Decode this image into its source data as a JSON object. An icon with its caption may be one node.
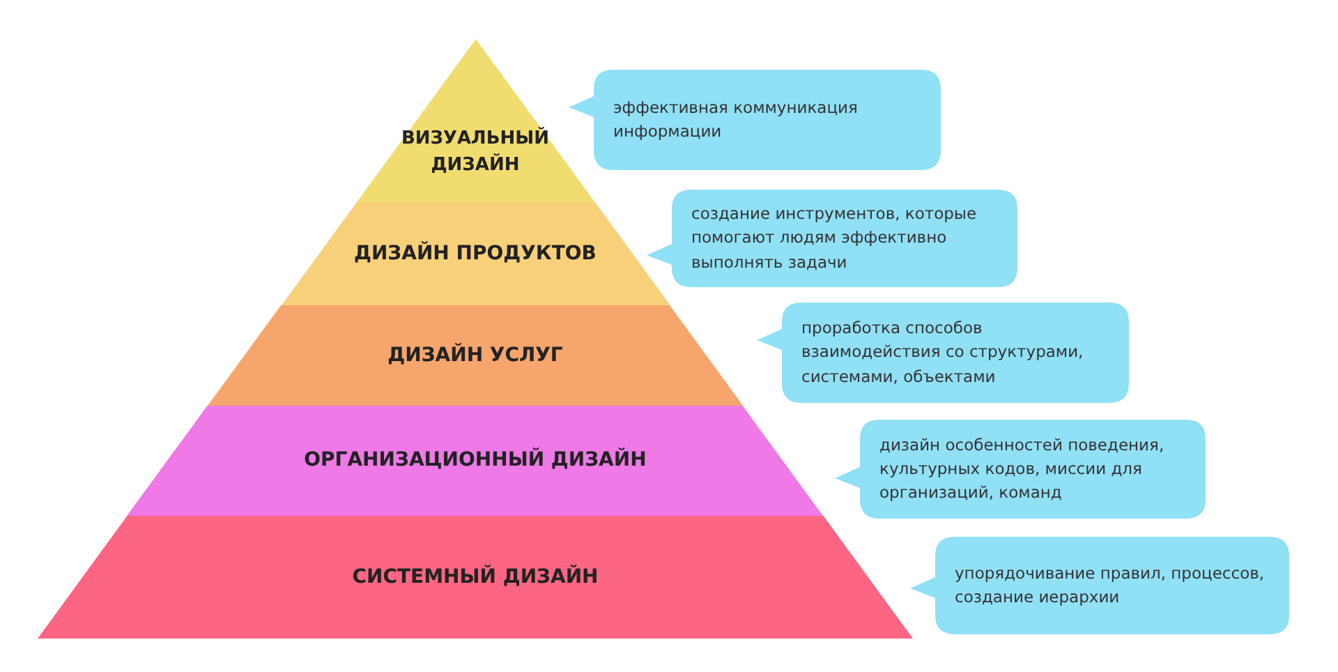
{
  "diagram": {
    "nodes": [
      {
        "text": [
          "ВИЗУАЛЬНЫЙ ДИЗАЙН"
        ]
      },
      {
        "text": [
          "ДИЗАЙН ПРОДУКТОВ"
        ]
      },
      {
        "text": [
          "ДИЗАЙН УСЛУГ"
        ]
      },
      {
        "text": [
          "ОРГАНИЗАЦИОННЫЙ ДИЗАЙН"
        ]
      },
      {
        "text": [
          "СИСТЕМНЫЙ ДИЗАЙН"
        ]
      },
      {
        "text": [
          "эффективная коммуникация информации"
        ]
      },
      {
        "text": [
          "создание инструментов, которые помогают людям эффективно выполнять задачи"
        ]
      },
      {
        "text": [
          "проработка способов взаимодействия со структурами, системами, объектами"
        ]
      },
      {
        "text": [
          "дизайн особенностей поведения, культурных кодов, миссии для организаций, команд"
        ]
      },
      {
        "text": [
          "упорядочивание правил, процессов, создание иерархии"
        ]
      }
    ]
  }
}
